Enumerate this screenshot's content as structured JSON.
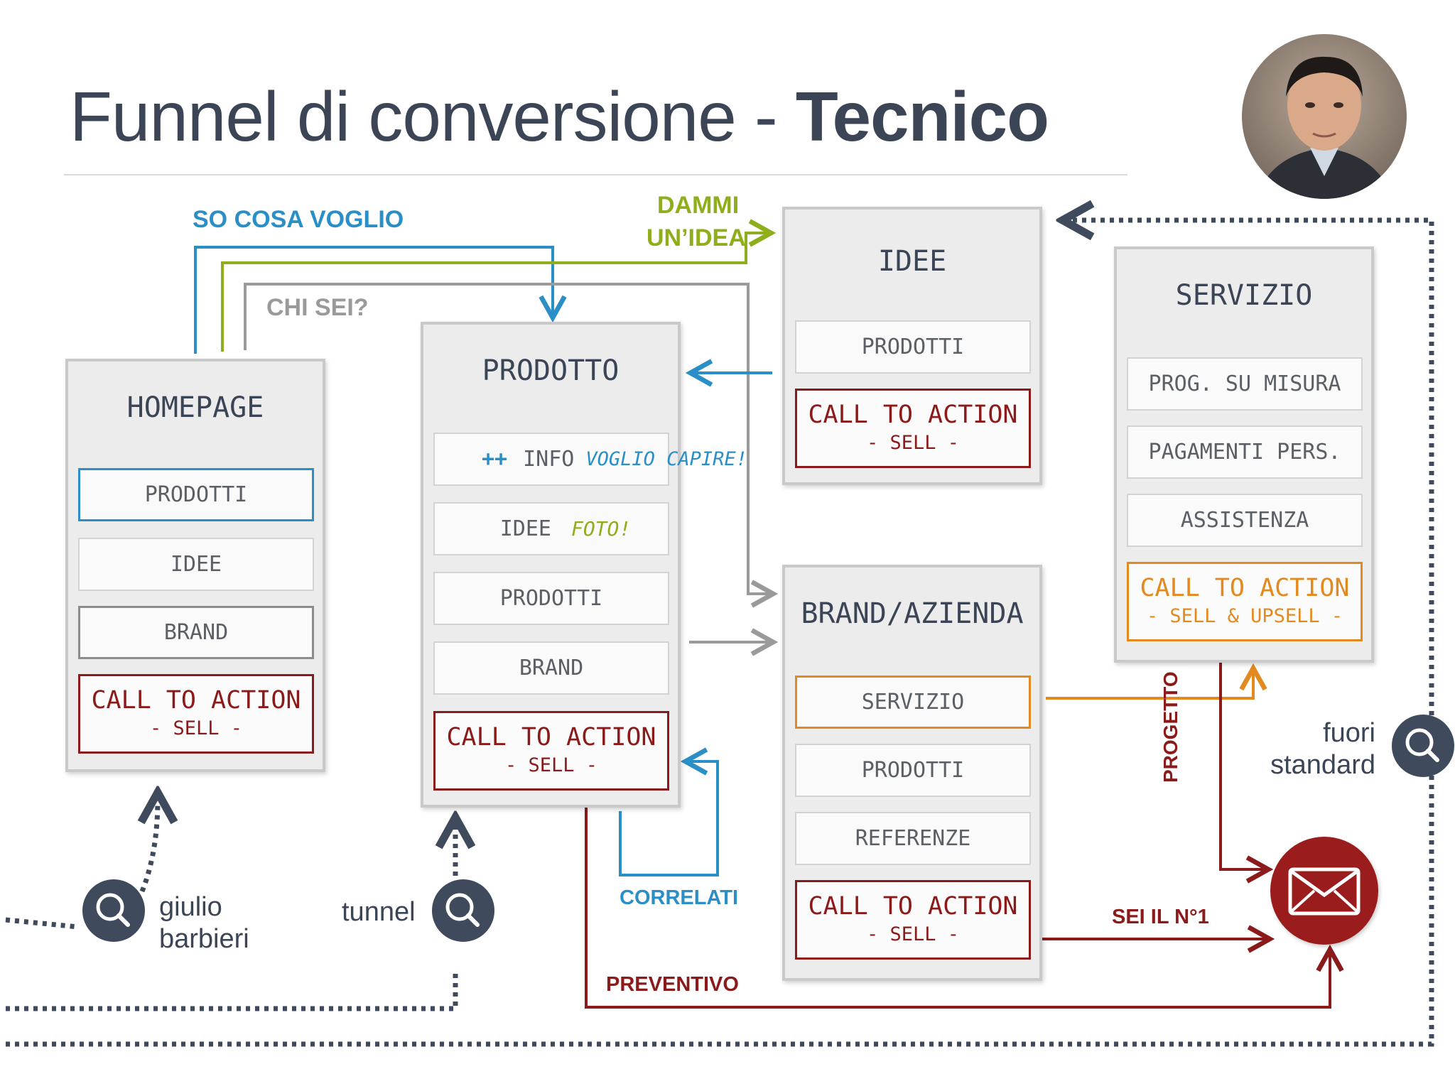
{
  "title": {
    "light": "Funnel di conversione - ",
    "bold": "Tecnico"
  },
  "labels": {
    "so_cosa_voglio": "SO COSA VOGLIO",
    "dammi_idea_1": "DAMMI",
    "dammi_idea_2": "UN’IDEA",
    "chi_sei": "CHI SEI?",
    "correlati": "CORRELATI",
    "preventivo": "PREVENTIVO",
    "sei_il_n1": "SEI IL N°1",
    "progetto": "PROGETTO"
  },
  "panels": {
    "homepage": {
      "title": "HOMEPAGE",
      "items": [
        "PRODOTTI",
        "IDEE",
        "BRAND"
      ],
      "cta": "CALL TO ACTION",
      "cta_sub": "- SELL -"
    },
    "prodotto": {
      "title": "PRODOTTO",
      "info_plus": "++",
      "info": "INFO",
      "info_note": "VOGLIO CAPIRE!",
      "idee": "IDEE",
      "idee_note": "FOTO!",
      "items": [
        "PRODOTTI",
        "BRAND"
      ],
      "cta": "CALL TO ACTION",
      "cta_sub": "- SELL -"
    },
    "idee": {
      "title": "IDEE",
      "items": [
        "PRODOTTI"
      ],
      "cta": "CALL TO ACTION",
      "cta_sub": "- SELL -"
    },
    "brand": {
      "title": "BRAND/AZIENDA",
      "items": [
        "SERVIZIO",
        "PRODOTTI",
        "REFERENZE"
      ],
      "cta": "CALL TO ACTION",
      "cta_sub": "- SELL -"
    },
    "servizio": {
      "title": "SERVIZIO",
      "items": [
        "PROG. SU MISURA",
        "PAGAMENTI PERS.",
        "ASSISTENZA"
      ],
      "cta": "CALL TO ACTION",
      "cta_sub": "- SELL & UPSELL -"
    }
  },
  "sources": {
    "giulio_1": "giulio",
    "giulio_2": "barbieri",
    "tunnel": "tunnel",
    "fuori_1": "fuori",
    "fuori_2": "standard"
  },
  "icons": [
    "search-icon",
    "mail-icon",
    "profile-photo"
  ],
  "colors": {
    "blue": "#2a8fc7",
    "green": "#8fae1b",
    "grey": "#9a9a9a",
    "red": "#8b1a1a",
    "orange": "#e28a1f",
    "navy": "#3f4a5c"
  }
}
